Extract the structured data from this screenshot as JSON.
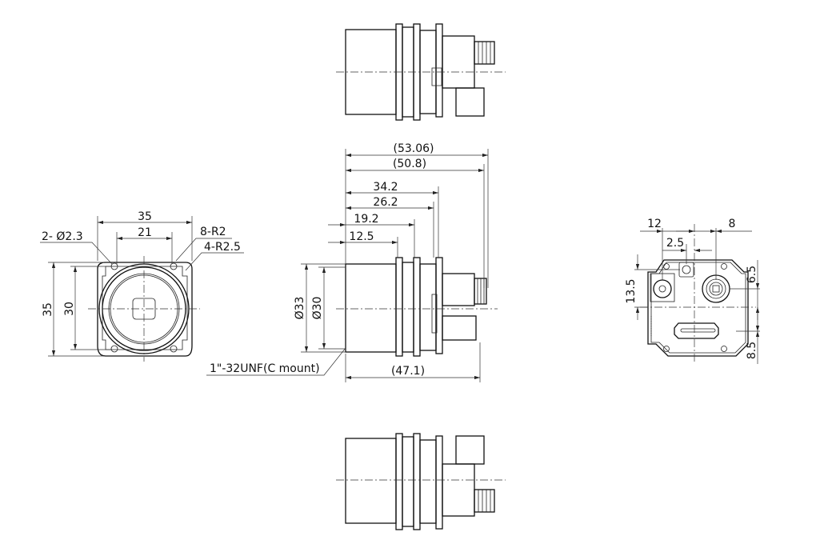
{
  "front_view": {
    "width_outer": "35",
    "hole_spacing": "21",
    "hole_callout": "2- Ø2.3",
    "corner_radius_small": "8-R2",
    "corner_radius_large": "4-R2.5",
    "height_outer": "35",
    "height_inner": "30"
  },
  "side_view": {
    "overall_length": "(53.06)",
    "length_to_connector": "(50.8)",
    "dim_34_2": "34.2",
    "dim_26_2": "26.2",
    "dim_19_2": "19.2",
    "dim_12_5": "12.5",
    "lens_mount_diameter": "Ø33",
    "lens_inner_diameter": "Ø30",
    "mount_callout": "1\"-32UNF(C mount)",
    "body_length": "(47.1)"
  },
  "rear_view": {
    "dim_12": "12",
    "dim_8": "8",
    "dim_2_5": "2.5",
    "dim_13_5": "13.5",
    "dim_6_5": "6.5",
    "dim_8_5": "8.5"
  }
}
